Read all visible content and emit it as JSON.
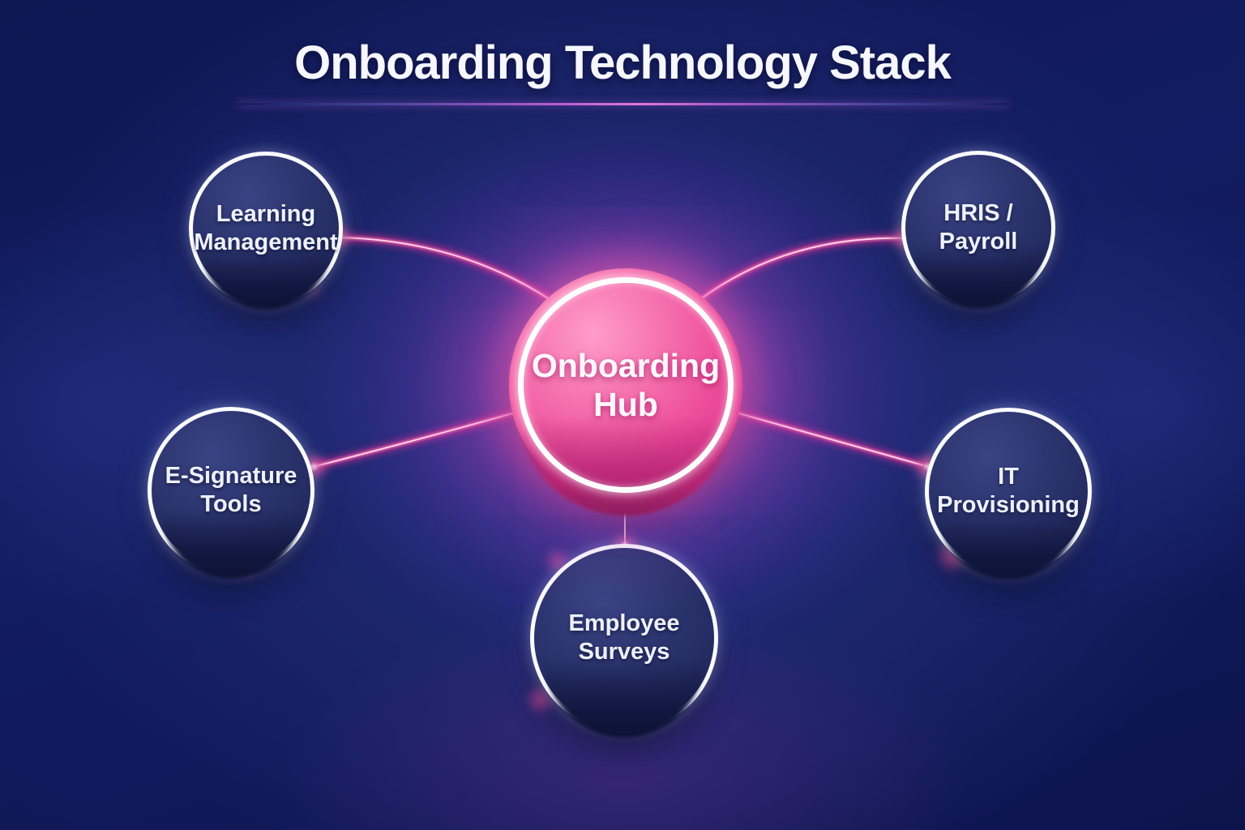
{
  "title": {
    "text": "Onboarding Technology Stack"
  },
  "hub": {
    "label": "Onboarding\nHub"
  },
  "nodes": [
    {
      "id": "learning-management",
      "label": "Learning\nManagement"
    },
    {
      "id": "hris-payroll",
      "label": "HRIS /\nPayroll"
    },
    {
      "id": "e-signature-tools",
      "label": "E-Signature\nTools"
    },
    {
      "id": "it-provisioning",
      "label": "IT\nProvisioning"
    },
    {
      "id": "employee-surveys",
      "label": "Employee\nSurveys"
    }
  ],
  "edges": [
    {
      "from": "onboarding-hub",
      "to": "learning-management"
    },
    {
      "from": "onboarding-hub",
      "to": "hris-payroll"
    },
    {
      "from": "onboarding-hub",
      "to": "e-signature-tools"
    },
    {
      "from": "onboarding-hub",
      "to": "it-provisioning"
    },
    {
      "from": "onboarding-hub",
      "to": "employee-surveys"
    }
  ],
  "colors": {
    "background_dark": "#0d1450",
    "background_mid": "#25307f",
    "hub_pink": "#ee519d",
    "hub_pink_light": "#ff9ccb",
    "hub_base": "#b62573",
    "glow_magenta": "#ec50b9",
    "glow_purple": "#8c41d7",
    "connector_pink": "#ff4fa3",
    "connector_core": "#ffd9ec",
    "node_fill": "#2c356f",
    "ring_white": "#ffffff",
    "text_white": "#f6f7ff"
  }
}
